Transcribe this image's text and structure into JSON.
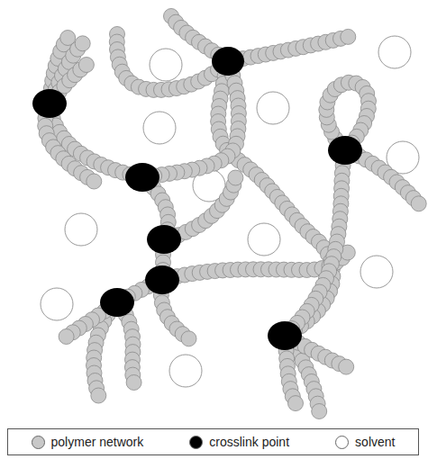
{
  "diagram": {
    "legend": [
      {
        "text": "polymer network",
        "color": "#c8c8c8"
      },
      {
        "text": "crosslink point",
        "color": "#000000"
      },
      {
        "text": "solvent",
        "color": "#ffffff"
      }
    ]
  }
}
